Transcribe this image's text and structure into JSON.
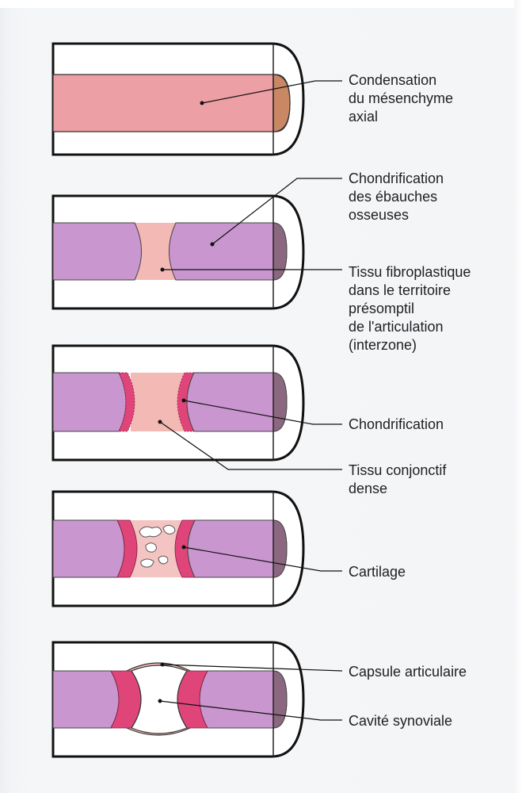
{
  "labels": {
    "condensation": "Condensation\ndu mésenchyme\naxial",
    "chondrification_ebauches": "Chondrification\ndes ébauches\nosseuses",
    "tissu_fibroplastique": "Tissu fibroplastique\ndans le territoire\nprésomptil\nde l'articulation\n(interzone)",
    "chondrification": "Chondrification",
    "tissu_conjonctif": "Tissu conjonctif\ndense",
    "cartilage": "Cartilage",
    "capsule": "Capsule articulaire",
    "cavite": "Cavité synoviale"
  },
  "colors": {
    "limb_outline": "#111111",
    "mesenchyme": "#ec9fa5",
    "mesenchyme_tip": "#c98763",
    "cartilage_violet": "#c996cf",
    "cartilage_tip": "#8b6880",
    "interzone": "#f3b9b5",
    "chondro_zone": "#e0457a",
    "cavity": "#ffffff"
  }
}
